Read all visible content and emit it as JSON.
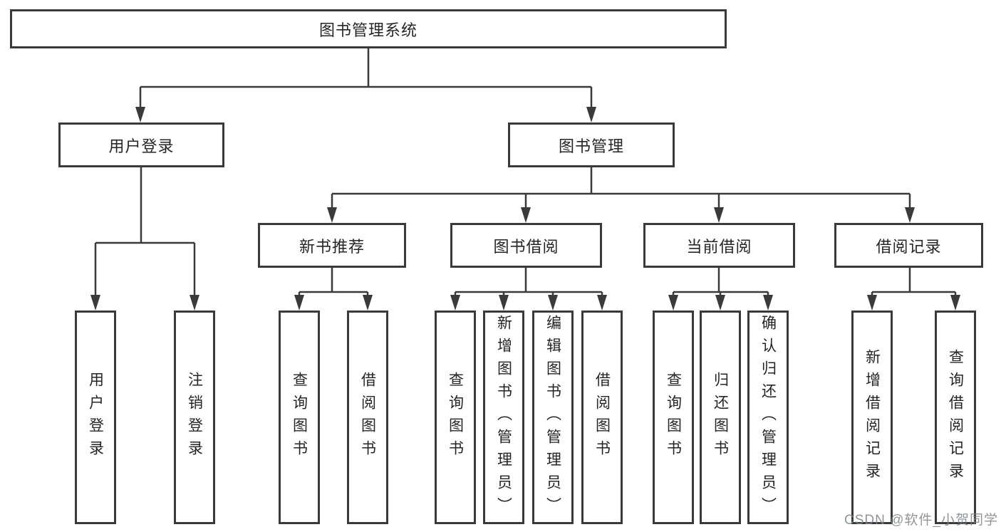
{
  "diagram": {
    "root": {
      "label": "图书管理系统"
    },
    "user_login": {
      "label": "用户登录",
      "children": [
        "用户登录",
        "注销登录"
      ]
    },
    "book_management": {
      "label": "图书管理",
      "sections": [
        {
          "label": "新书推荐",
          "children": [
            "查询图书",
            "借阅图书"
          ]
        },
        {
          "label": "图书借阅",
          "children": [
            "查询图书",
            "新增图书（管理员）",
            "编辑图书（管理员）",
            "借阅图书"
          ]
        },
        {
          "label": "当前借阅",
          "children": [
            "查询图书",
            "归还图书",
            "确认归还（管理员）"
          ]
        },
        {
          "label": "借阅记录",
          "children": [
            "新增借阅记录",
            "查询借阅记录"
          ]
        }
      ]
    }
  },
  "watermark": {
    "text": "CSDN @软件_小贺同学"
  },
  "colors": {
    "line": "#3a3a3a",
    "box_border": "#3a3a3a",
    "text": "#252525",
    "watermark": "#7d838a",
    "background": "#ffffff"
  }
}
